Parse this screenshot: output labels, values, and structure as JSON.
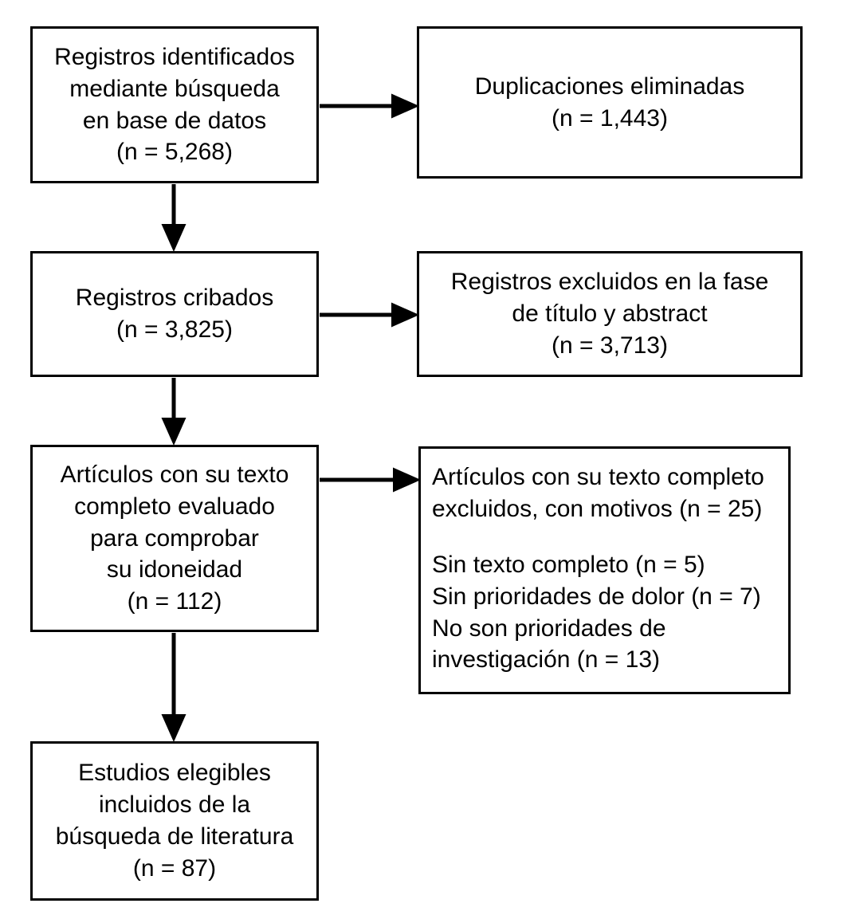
{
  "diagram": {
    "type": "prisma-flow-diagram",
    "language": "es",
    "background_color": "#ffffff",
    "line_color": "#000000",
    "text_color": "#000000",
    "boxes": [
      {
        "id": "identified",
        "name": "records-identified-box",
        "text": "Registros identificados\nmediante búsqueda\nen base de datos\n(n = 5,268)",
        "count_label": "(n = 5,268)",
        "count": 5268,
        "align": "center"
      },
      {
        "id": "duplicates",
        "name": "duplicates-removed-box",
        "text": "Duplicaciones eliminadas\n(n = 1,443)",
        "count_label": "(n = 1,443)",
        "count": 1443,
        "align": "center"
      },
      {
        "id": "screened",
        "name": "records-screened-box",
        "text": "Registros cribados\n(n = 3,825)",
        "count_label": "(n = 3,825)",
        "count": 3825,
        "align": "center"
      },
      {
        "id": "excluded-title-abstract",
        "name": "records-excluded-title-abstract-box",
        "text": "Registros excluidos en la fase\nde título y abstract\n(n = 3,713)",
        "count_label": "(n = 3,713)",
        "count": 3713,
        "align": "center"
      },
      {
        "id": "fulltext-assessed",
        "name": "fulltext-assessed-box",
        "text": "Artículos con su texto\ncompleto evaluado\npara comprobar\nsu idoneidad\n(n = 112)",
        "count_label": "(n = 112)",
        "count": 112,
        "align": "center"
      },
      {
        "id": "fulltext-excluded",
        "name": "fulltext-excluded-reasons-box",
        "header": "Artículos con su texto completo\nexcluidos, con motivos (n = 25)",
        "header_count": 25,
        "reasons": [
          {
            "label": "Sin texto completo (n = 5)",
            "count": 5
          },
          {
            "label": "Sin prioridades de dolor (n = 7)",
            "count": 7
          },
          {
            "label": "No son prioridades de\ninvestigación (n = 13)",
            "count": 13
          }
        ],
        "align": "left"
      },
      {
        "id": "included",
        "name": "studies-included-box",
        "text": "Estudios elegibles\nincluidos de la\nbúsqueda de literatura\n(n = 87)",
        "count_label": "(n = 87)",
        "count": 87,
        "align": "center"
      }
    ],
    "connectors": [
      {
        "name": "arrow-identified-to-duplicates",
        "direction": "right"
      },
      {
        "name": "arrow-identified-to-screened",
        "direction": "down"
      },
      {
        "name": "arrow-screened-to-excluded",
        "direction": "right"
      },
      {
        "name": "arrow-screened-to-fulltext",
        "direction": "down"
      },
      {
        "name": "arrow-fulltext-to-excluded-reasons",
        "direction": "right"
      },
      {
        "name": "arrow-fulltext-to-included",
        "direction": "down"
      }
    ]
  }
}
